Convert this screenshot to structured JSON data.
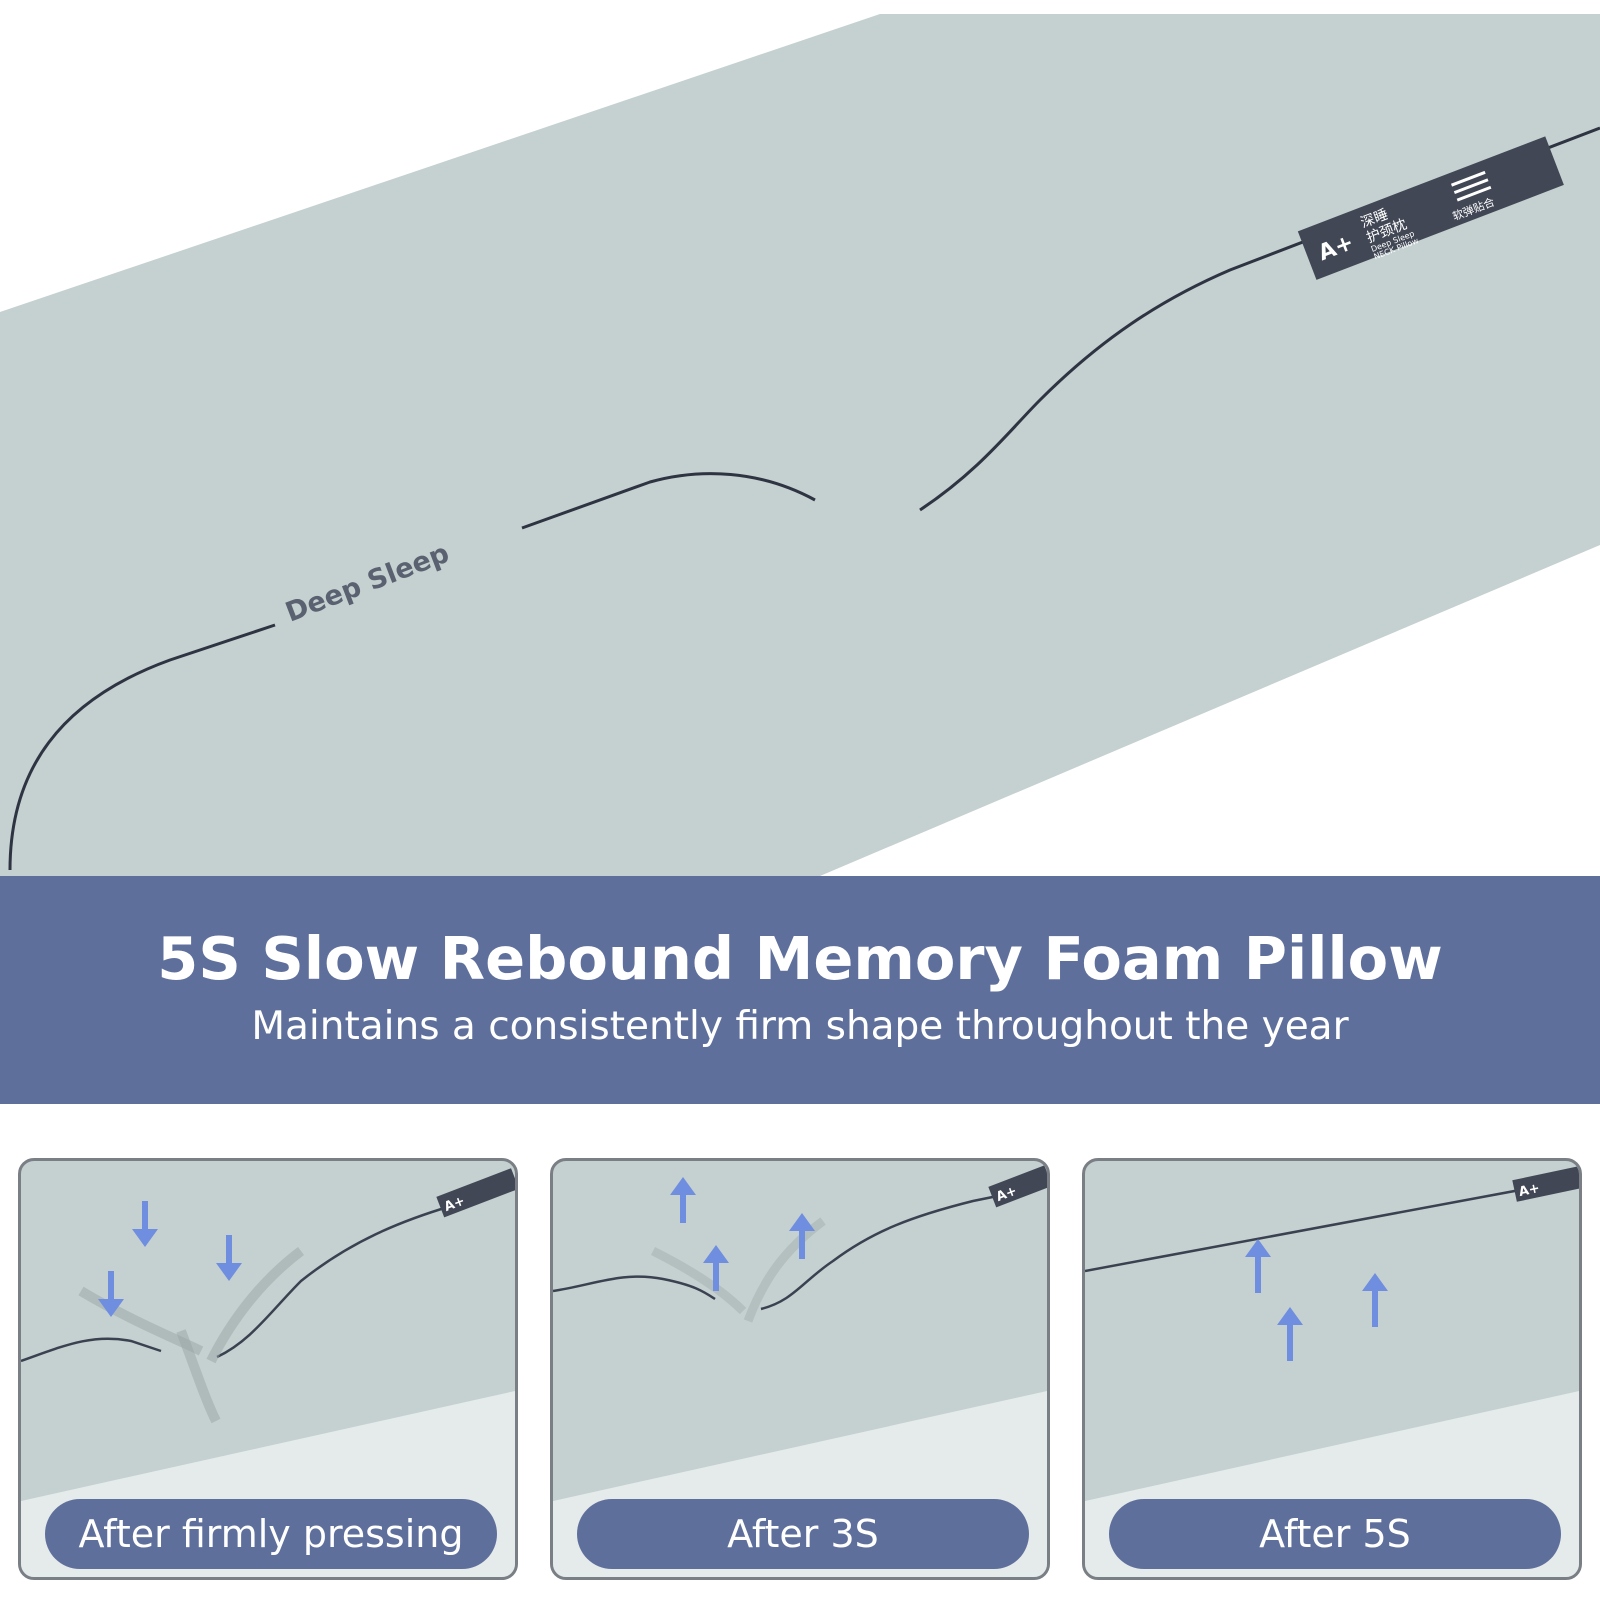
{
  "hero": {
    "pillow_text": "Deep Sleep",
    "tag": {
      "grade": "A+",
      "cn_line1": "深睡",
      "cn_line2": "护颈枕",
      "en_line1": "Deep Sleep",
      "en_line2": "NECK Pillow",
      "cn_side": "软弹贴合"
    }
  },
  "banner": {
    "title": "5S Slow Rebound Memory Foam Pillow",
    "subtitle": "Maintains a consistently firm shape throughout the year"
  },
  "panels": [
    {
      "label": "After firmly pressing",
      "tag": "A+"
    },
    {
      "label": "After 3S",
      "tag": "A+"
    },
    {
      "label": "After 5S",
      "tag": "A+"
    }
  ],
  "colors": {
    "foam": "#c5d0d0",
    "banner": "#5f6f9c",
    "seam": "#2e3442",
    "arrow": "#6f8ee0"
  }
}
